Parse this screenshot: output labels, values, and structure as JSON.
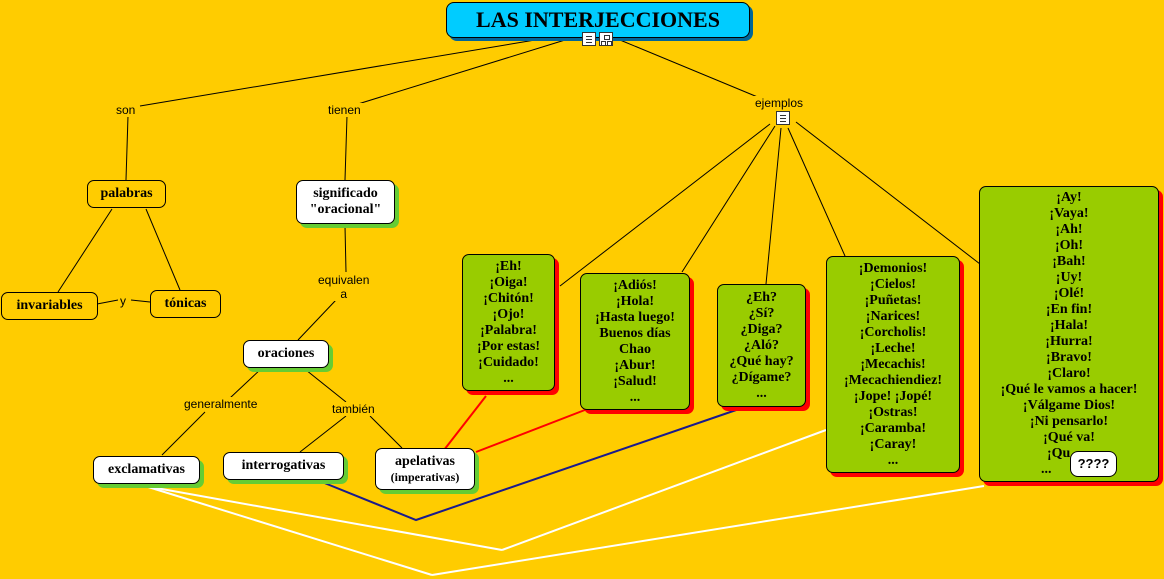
{
  "title": "LAS INTERJECCIONES",
  "links": {
    "son": "son",
    "tienen": "tienen",
    "ejemplos": "ejemplos",
    "y": "y",
    "equivalen_a": "equivalen\na",
    "generalmente": "generalmente",
    "tambien": "también"
  },
  "nodes": {
    "palabras": "palabras",
    "invariables": "invariables",
    "tonicas": "tónicas",
    "significado": "significado\n\"oracional\"",
    "oraciones": "oraciones",
    "exclamativas": "exclamativas",
    "interrogativas": "interrogativas",
    "apelativas": "apelativas",
    "imperativas": "(imperativas)",
    "question_marks": "????"
  },
  "examples": {
    "box1": [
      "¡Eh!",
      "¡Oiga!",
      "¡Chitón!",
      "¡Ojo!",
      "¡Palabra!",
      "¡Por estas!",
      "¡Cuidado!",
      "..."
    ],
    "box2": [
      "¡Adiós!",
      "¡Hola!",
      "¡Hasta luego!",
      "Buenos días",
      "Chao",
      "¡Abur!",
      "¡Salud!",
      "..."
    ],
    "box3": [
      "¿Eh?",
      "¿Sí?",
      "¿Diga?",
      "¿Aló?",
      "¿Qué hay?",
      "¿Dígame?",
      "..."
    ],
    "box4": [
      "¡Demonios!",
      "¡Cielos!",
      "¡Puñetas!",
      "¡Narices!",
      "¡Corcholis!",
      "¡Leche!",
      "¡Mecachis!",
      "¡Mecachiendiez!",
      "¡Jope! ¡Jopé!",
      "¡Ostras!",
      "¡Caramba!",
      "¡Caray!",
      "..."
    ],
    "box5": [
      "¡Ay!",
      "¡Vaya!",
      "¡Ah!",
      "¡Oh!",
      "¡Bah!",
      "¡Uy!",
      "¡Olé!",
      "¡En fin!",
      "¡Hala!",
      "¡Hurra!",
      "¡Bravo!",
      "¡Claro!",
      "¡Qué le vamos a hacer!",
      "¡Válgame Dios!",
      "¡Ni pensarlo!",
      "¡Qué va!",
      "¡Qu",
      "..."
    ]
  },
  "colors": {
    "background": "#FFCC00",
    "title_fill": "#00CCFF",
    "example_fill": "#99CC00",
    "red_link": "#FF0000",
    "blue_link": "#1A1A8C",
    "white_link": "#FFFFFF"
  }
}
